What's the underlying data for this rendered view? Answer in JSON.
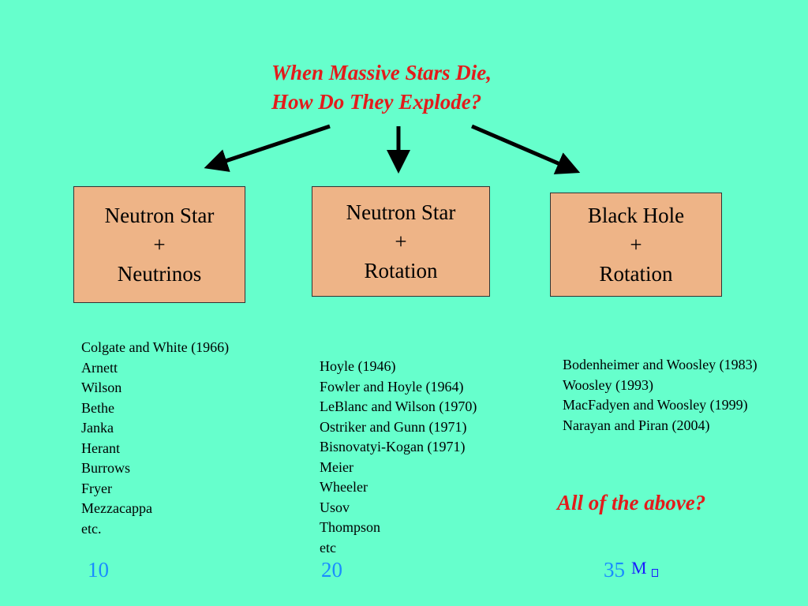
{
  "title": {
    "line1": "When Massive Stars Die,",
    "line2": "How Do They Explode?"
  },
  "boxes": [
    {
      "line1": "Neutron Star",
      "line2": "+",
      "line3": "Neutrinos"
    },
    {
      "line1": "Neutron Star",
      "line2": "+",
      "line3": "Rotation"
    },
    {
      "line1": "Black Hole",
      "line2": "+",
      "line3": "Rotation"
    }
  ],
  "lists": {
    "left": [
      "Colgate and White (1966)",
      "Arnett",
      "Wilson",
      "Bethe",
      "Janka",
      "Herant",
      "Burrows",
      "Fryer",
      "Mezzacappa",
      "etc."
    ],
    "middle": [
      "Hoyle (1946)",
      "Fowler and Hoyle (1964)",
      "LeBlanc and Wilson (1970)",
      "Ostriker and Gunn (1971)",
      "Bisnovatyi-Kogan (1971)",
      "Meier",
      "Wheeler",
      "Usov",
      "Thompson",
      "etc"
    ],
    "right": [
      "Bodenheimer and Woosley (1983)",
      "Woosley (1993)",
      "MacFadyen and Woosley (1999)",
      "Narayan and Piran (2004)"
    ]
  },
  "question": "All of the above?",
  "masses": [
    "10",
    "20",
    "35"
  ],
  "mass_unit": "M",
  "colors": {
    "background": "#66ffcc",
    "title": "#e31b1b",
    "box_fill": "#eeb487",
    "mass_labels": "#1a8cff"
  }
}
